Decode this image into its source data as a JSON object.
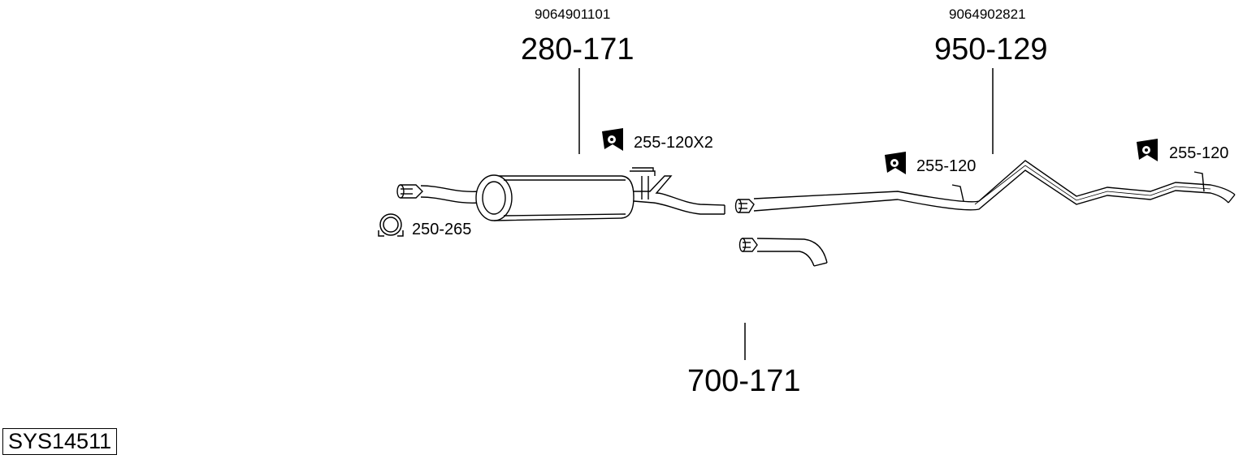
{
  "diagram": {
    "system_id": "SYS14511",
    "parts": [
      {
        "key": "front_muffler",
        "number": "280-171",
        "oem": "9064901101"
      },
      {
        "key": "rear_pipe",
        "number": "950-129",
        "oem": "9064902821"
      },
      {
        "key": "mid_pipe",
        "number": "700-171"
      }
    ],
    "accessories": [
      {
        "key": "clamp",
        "number": "250-265",
        "icon": "pipe-clamp-icon"
      },
      {
        "key": "hanger_front",
        "number": "255-120X2",
        "icon": "rubber-hanger-icon"
      },
      {
        "key": "hanger_mid",
        "number": "255-120",
        "icon": "rubber-hanger-icon"
      },
      {
        "key": "hanger_rear",
        "number": "255-120",
        "icon": "rubber-hanger-icon"
      }
    ]
  }
}
